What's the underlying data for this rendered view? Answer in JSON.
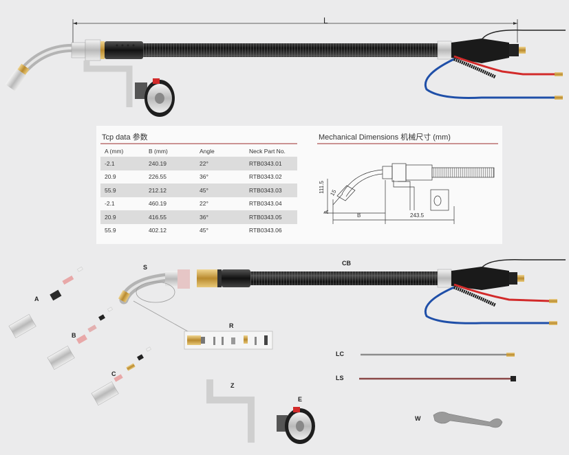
{
  "dimension_label_L": "L",
  "tcp": {
    "title": "Tcp data 参数",
    "headers": [
      "A (mm)",
      "B (mm)",
      "Angle",
      "Neck Part No."
    ],
    "rows": [
      [
        "-2.1",
        "240.19",
        "22°",
        "RTB0343.01"
      ],
      [
        "20.9",
        "226.55",
        "36°",
        "RTB0343.02"
      ],
      [
        "55.9",
        "212.12",
        "45°",
        "RTB0343.03"
      ],
      [
        "-2.1",
        "460.19",
        "22°",
        "RTB0343.04"
      ],
      [
        "20.9",
        "416.55",
        "36°",
        "RTB0343.05"
      ],
      [
        "55.9",
        "402.12",
        "45°",
        "RTB0343.06"
      ]
    ]
  },
  "mechanical": {
    "title": "Mechanical Dimensions 机械尺寸 (mm)",
    "dim_height": "111.5",
    "dim_15": "15",
    "dim_A": "A",
    "dim_B": "B",
    "dim_length": "243.5"
  },
  "parts": {
    "S": "S",
    "CB": "CB",
    "A": "A",
    "B": "B",
    "C": "C",
    "R": "R",
    "LC": "LC",
    "LS": "LS",
    "Z": "Z",
    "E": "E",
    "W": "W"
  },
  "colors": {
    "accent_rule": "#9b2b2b",
    "cable_red": "#d22a2a",
    "cable_blue": "#1f4fa8",
    "brass": "#c9a24a"
  }
}
